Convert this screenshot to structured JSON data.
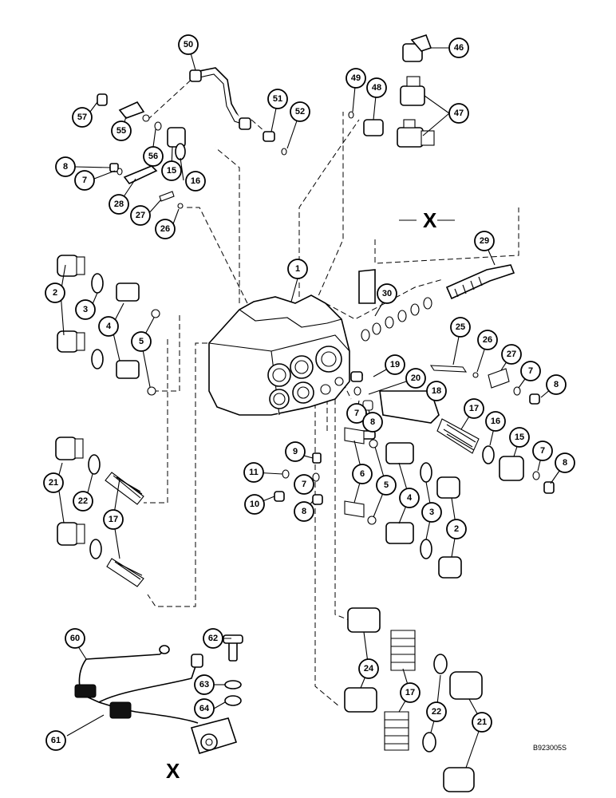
{
  "diagram": {
    "drawing_number": "B923005S",
    "section_marker": "X",
    "callouts": [
      "1",
      "2",
      "3",
      "4",
      "5",
      "6",
      "7",
      "8",
      "9",
      "10",
      "11",
      "15",
      "16",
      "17",
      "18",
      "19",
      "20",
      "21",
      "22",
      "24",
      "25",
      "26",
      "27",
      "28",
      "29",
      "30",
      "46",
      "47",
      "48",
      "49",
      "50",
      "51",
      "52",
      "55",
      "56",
      "57",
      "60",
      "61",
      "62",
      "63",
      "64"
    ],
    "colors": {
      "ink": "#000000",
      "paper": "#ffffff"
    }
  }
}
